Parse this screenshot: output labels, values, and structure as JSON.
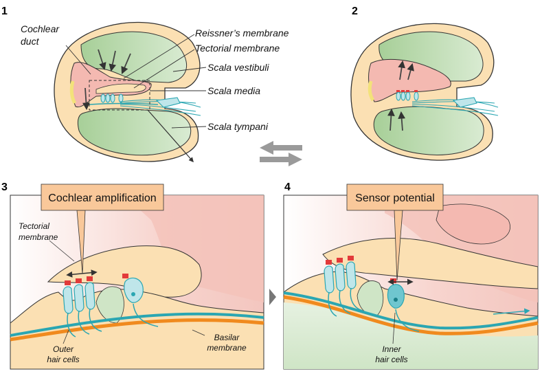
{
  "panels": {
    "p1": {
      "number": "1",
      "labels": {
        "cochlear_duct_1": "Cochlear",
        "cochlear_duct_2": "duct",
        "reissners": "Reissner’s membrane",
        "tectorial": "Tectorial membrane",
        "scala_vestibuli": "Scala vestibuli",
        "scala_media": "Scala media",
        "scala_tympani": "Scala tympani"
      }
    },
    "p2": {
      "number": "2"
    },
    "p3": {
      "number": "3",
      "callout": "Cochlear amplification",
      "labels": {
        "tectorial_1": "Tectorial",
        "tectorial_2": "membrane",
        "outer_1": "Outer",
        "outer_2": "hair cells",
        "basilar_1": "Basilar",
        "basilar_2": "membrane"
      }
    },
    "p4": {
      "number": "4",
      "callout": "Sensor potential",
      "labels": {
        "inner_1": "Inner",
        "inner_2": "hair cells"
      }
    }
  },
  "colors": {
    "green": "#cfe5c6",
    "skin": "#fbe0b3",
    "pink": "#f4b9b1",
    "teal": "#2aa6b2",
    "orange": "#f08a1e",
    "red": "#e23a3a",
    "callout_fill": "#f9c89a"
  }
}
